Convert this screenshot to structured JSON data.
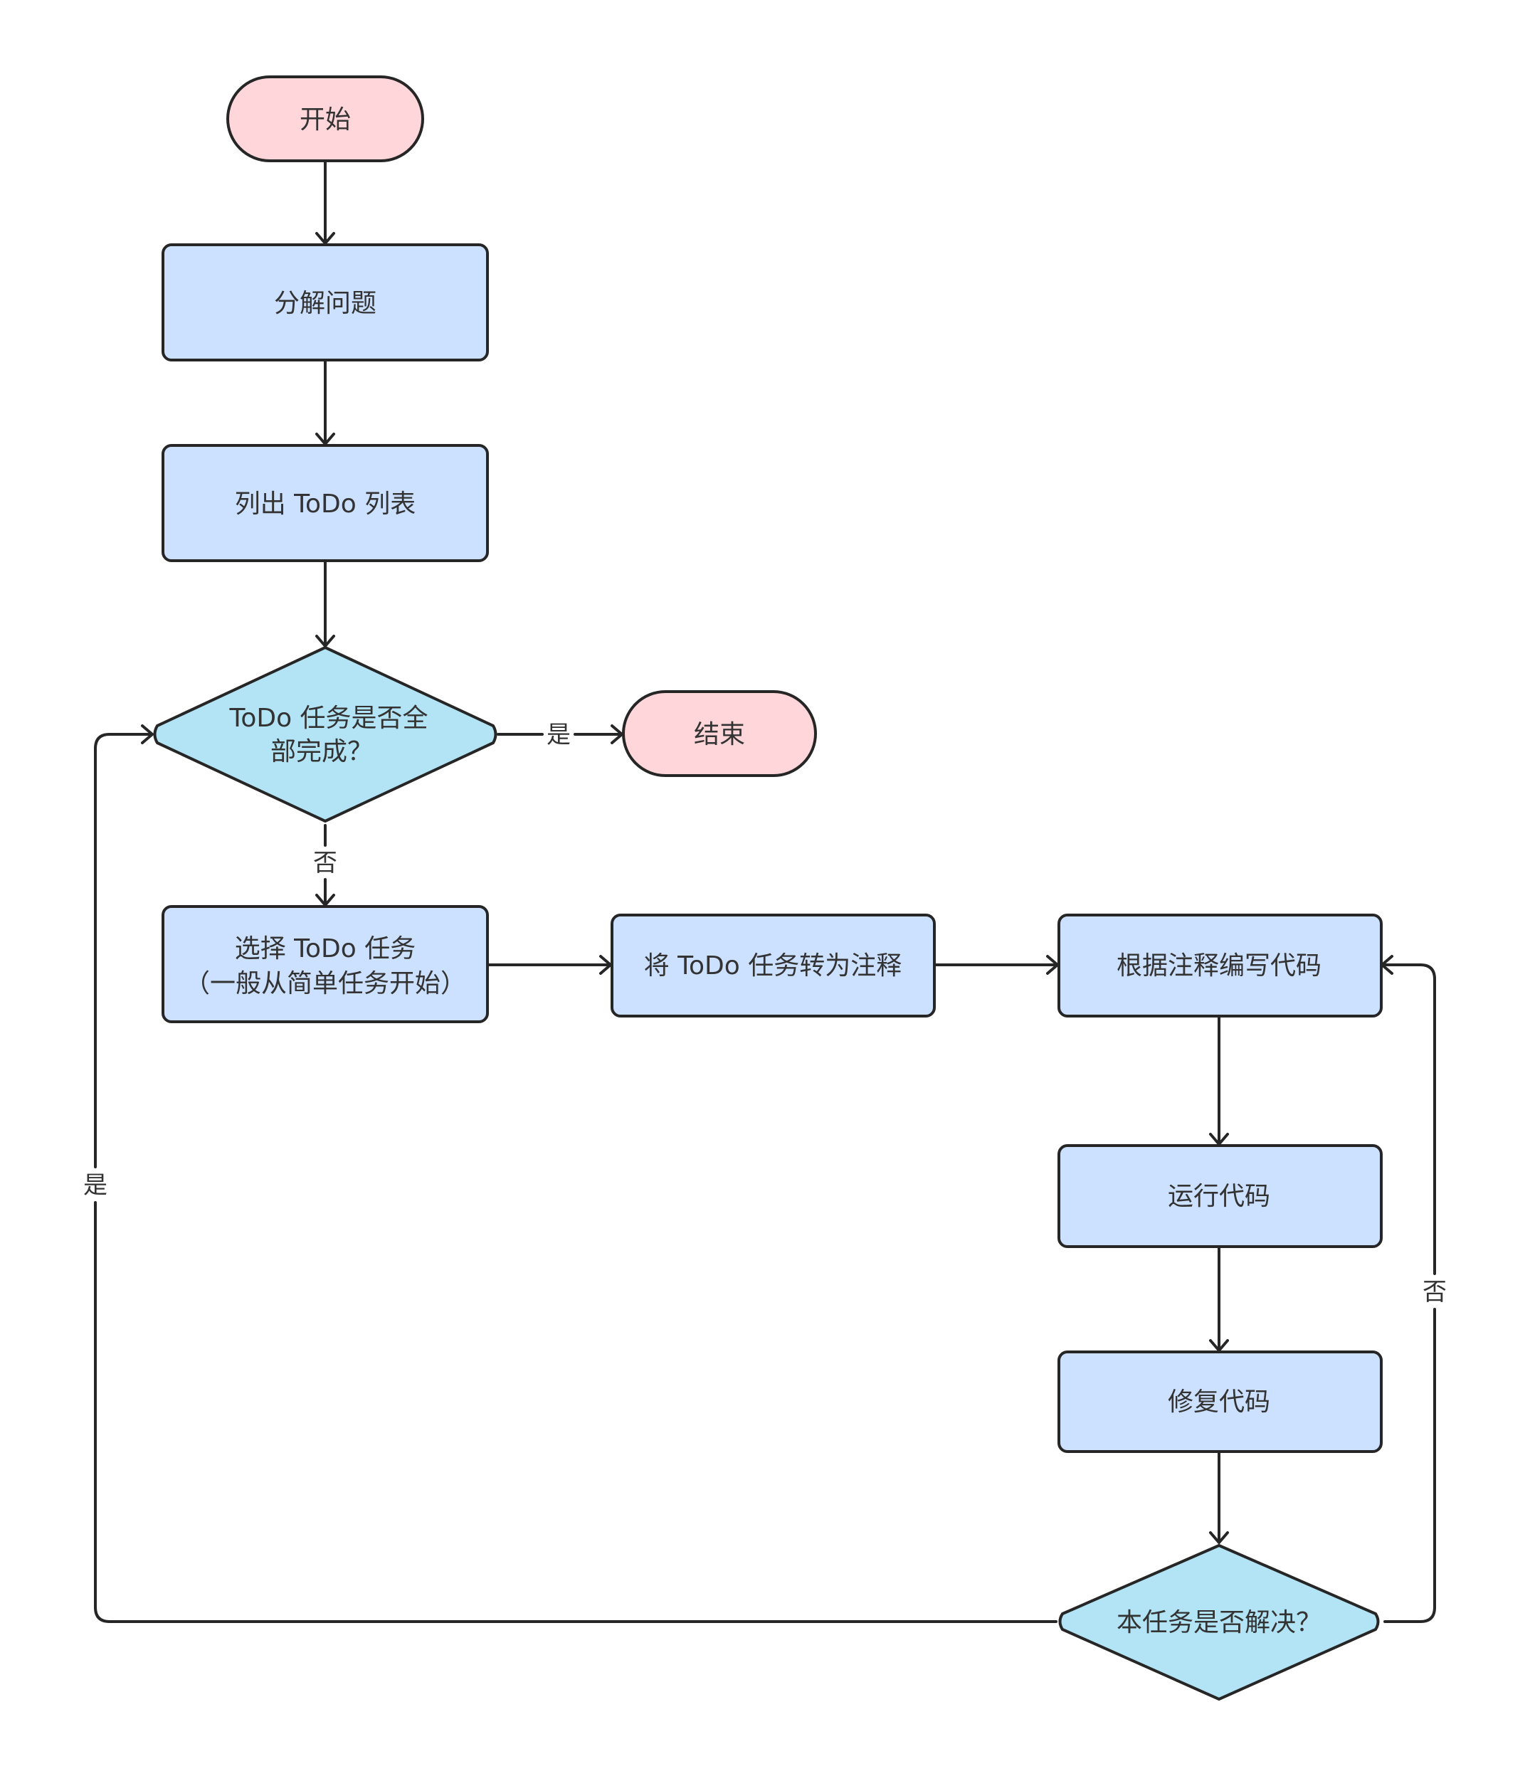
{
  "colors": {
    "terminal_fill": "#FFD6D9",
    "process_fill": "#CCE0FF",
    "decision_fill": "#B3E4F5",
    "stroke": "#262626",
    "text": "#333333"
  },
  "nodes": {
    "start": {
      "label": "开始"
    },
    "decompose": {
      "label": "分解问题"
    },
    "list_todo": {
      "label": "列出 ToDo 列表"
    },
    "all_done": {
      "label_line1": "ToDo 任务是否全",
      "label_line2": "部完成？"
    },
    "end": {
      "label": "结束"
    },
    "select_task": {
      "label_line1": "选择 ToDo 任务",
      "label_line2": "（一般从简单任务开始）"
    },
    "to_comment": {
      "label": "将 ToDo 任务转为注释"
    },
    "write_code": {
      "label": "根据注释编写代码"
    },
    "run_code": {
      "label": "运行代码"
    },
    "fix_code": {
      "label": "修复代码"
    },
    "task_solved": {
      "label": "本任务是否解决？"
    }
  },
  "edges": {
    "all_done_yes": "是",
    "all_done_no": "否",
    "solved_yes": "是",
    "solved_no": "否"
  }
}
